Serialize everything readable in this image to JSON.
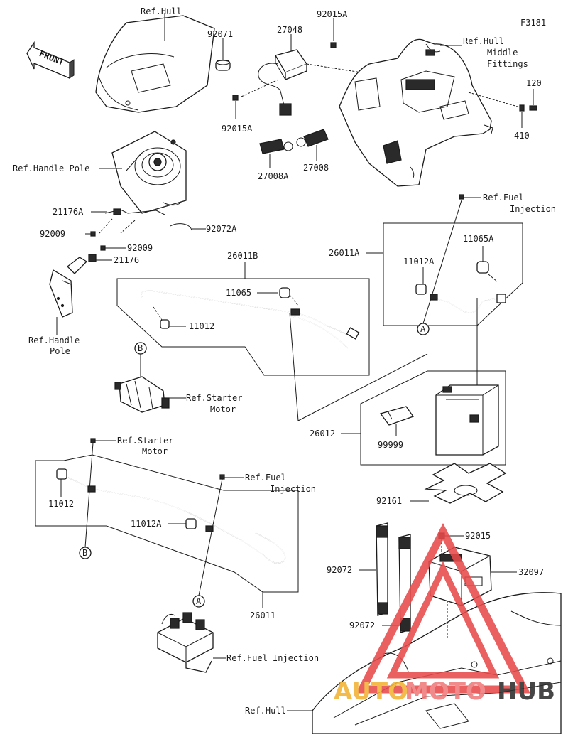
{
  "figure_code": "F3181",
  "front_label": "FRONT",
  "labels": {
    "ref_hull_top": "Ref.Hull",
    "p92071": "92071",
    "p27048": "27048",
    "p92015A_top": "92015A",
    "ref_hull_middle_1": "Ref.Hull",
    "ref_hull_middle_2": "Middle",
    "ref_hull_middle_3": "Fittings",
    "p120": "120",
    "p410": "410",
    "p92015A_mid": "92015A",
    "p27008A": "27008A",
    "p27008": "27008",
    "ref_handle_pole_top": "Ref.Handle Pole",
    "p21176A": "21176A",
    "p92009_a": "92009",
    "p92072A": "92072A",
    "p92009_b": "92009",
    "p21176": "21176",
    "ref_handle_pole_1": "Ref.Handle",
    "ref_handle_pole_2": "Pole",
    "p26011B": "26011B",
    "p11065": "11065",
    "p11012_mid": "11012",
    "ref_starter_motor_1": "Ref.Starter",
    "ref_starter_motor_2": "Motor",
    "ref_fuel_inj_top_1": "Ref.Fuel",
    "ref_fuel_inj_top_2": "Injection",
    "p26011A": "26011A",
    "p11065A": "11065A",
    "p11012A_right": "11012A",
    "p26012": "26012",
    "p99999": "99999",
    "ref_starter_motor_b1": "Ref.Starter",
    "ref_starter_motor_b2": "Motor",
    "p11012_left": "11012",
    "ref_fuel_inj_mid_1": "Ref.Fuel",
    "ref_fuel_inj_mid_2": "Injection",
    "p11012A_bottom": "11012A",
    "p26011": "26011",
    "ref_fuel_inj_bottom": "Ref.Fuel Injection",
    "p92161": "92161",
    "p92015": "92015",
    "p92072_a": "92072",
    "p32097": "32097",
    "p92072_b": "92072",
    "ref_hull_bottom": "Ref.Hull"
  },
  "callouts": {
    "A": "A",
    "B": "B"
  },
  "watermark": {
    "auto": "AUTO",
    "moto": "MOTO",
    "hub": "HUB",
    "color_auto": "#f2b233",
    "color_moto": "#f07a7a",
    "color_hub": "#2d2d2d",
    "color_triangle": "#e84a4a"
  }
}
